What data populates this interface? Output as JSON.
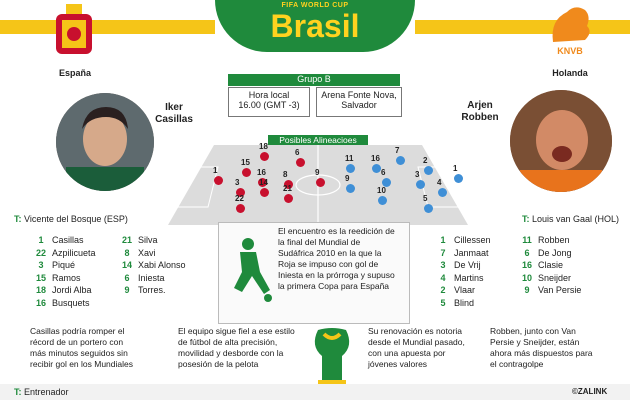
{
  "header": {
    "subtitle": "FIFA WORLD CUP",
    "title": "Brasil"
  },
  "teams": {
    "left": "España",
    "right": "Holanda",
    "right_badge": "KNVB"
  },
  "group": {
    "title": "Grupo B",
    "time_label": "Hora local",
    "time_value": "16.00 (GMT -3)",
    "venue_line1": "Arena Fonte Nova,",
    "venue_line2": "Salvador"
  },
  "players": {
    "left": {
      "first": "Iker",
      "last": "Casillas"
    },
    "right": {
      "first": "Arjen",
      "last": "Robben"
    }
  },
  "lineup_title": "Posibles Alineacioes",
  "coaches": {
    "prefix": "T:",
    "left": "Vicente del Bosque (ESP)",
    "right": "Louis van Gaal (HOL)"
  },
  "spain_col1": [
    {
      "n": "1",
      "name": "Casillas"
    },
    {
      "n": "22",
      "name": "Azpilicueta"
    },
    {
      "n": "3",
      "name": "Piqué"
    },
    {
      "n": "15",
      "name": "Ramos"
    },
    {
      "n": "18",
      "name": "Jordi Alba"
    },
    {
      "n": "16",
      "name": "Busquets"
    }
  ],
  "spain_col2": [
    {
      "n": "21",
      "name": "Silva"
    },
    {
      "n": "8",
      "name": "Xavi"
    },
    {
      "n": "14",
      "name": "Xabi Alonso"
    },
    {
      "n": "6",
      "name": "Iniesta"
    },
    {
      "n": "9",
      "name": "Torres."
    }
  ],
  "hol_col1": [
    {
      "n": "1",
      "name": "Cillessen"
    },
    {
      "n": "7",
      "name": "Janmaat"
    },
    {
      "n": "3",
      "name": "De Vrij"
    },
    {
      "n": "4",
      "name": "Martins"
    },
    {
      "n": "2",
      "name": "Vlaar"
    },
    {
      "n": "5",
      "name": "Blind"
    }
  ],
  "hol_col2": [
    {
      "n": "11",
      "name": "Robben"
    },
    {
      "n": "6",
      "name": "De Jong"
    },
    {
      "n": "16",
      "name": "Clasie"
    },
    {
      "n": "10",
      "name": "Sneijder"
    },
    {
      "n": "9",
      "name": "Van Persie"
    }
  ],
  "center_text": [
    "El encuentro es la reedición de",
    "la final del Mundial de",
    "Sudáfrica 2010 en la que la",
    "Roja se impuso con gol de",
    "Iniesta en la prórroga y supuso",
    "la primera Copa para España"
  ],
  "notes": {
    "n1": [
      "Casillas podría romper el",
      "récord de un portero con",
      "más minutos seguidos sin",
      "recibir gol en los Mundiales"
    ],
    "n2": [
      "El equipo sigue fiel a ese estilo",
      "de fútbol de alta precisión,",
      "movilidad y desborde con la",
      "posesión de la pelota"
    ],
    "n3": [
      "Su renovación es notoria",
      "desde el Mundial pasado,",
      "con una apuesta por",
      "jóvenes valores"
    ],
    "n4": [
      "Robben, junto con Van",
      "Persie y Sneijder, están",
      "ahora más dispuestos para",
      "el contragolpe"
    ]
  },
  "footer": {
    "prefix": "T:",
    "label": "Entrenador",
    "credit": "©ZALINK"
  },
  "pitch_numbers": {
    "es": [
      "1",
      "15",
      "18",
      "16",
      "6",
      "9",
      "3",
      "14",
      "8",
      "21",
      "22"
    ],
    "ho": [
      "11",
      "16",
      "7",
      "2",
      "1",
      "9",
      "6",
      "3",
      "5",
      "4",
      "10"
    ]
  },
  "colors": {
    "green": "#1f8a3c",
    "yellow": "#f5c518",
    "spain": "#c8102e",
    "holland": "#3f8fd6"
  }
}
